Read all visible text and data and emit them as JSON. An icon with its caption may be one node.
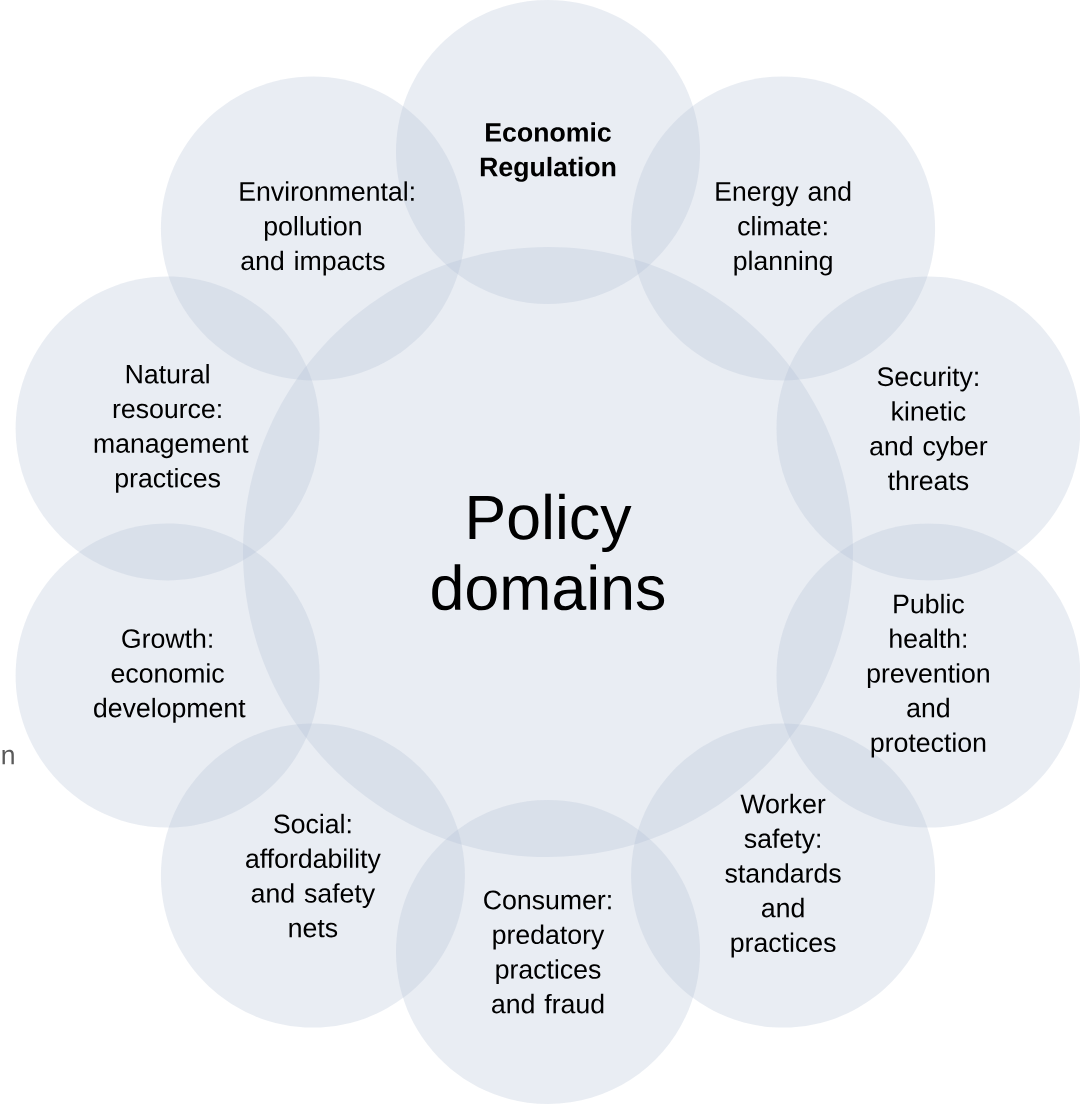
{
  "diagram": {
    "nodes": [
      {
        "text": [
          "Policy domains"
        ]
      },
      {
        "text": [
          "Economic Regulation"
        ]
      },
      {
        "text": [
          "Energy and climate: planning"
        ]
      },
      {
        "text": [
          "Security: kinetic and cyber threats"
        ]
      },
      {
        "text": [
          "Public health: prevention and protection"
        ]
      },
      {
        "text": [
          "Worker safety: standards and practices"
        ]
      },
      {
        "text": [
          "Consumer: predatory practices and fraud"
        ]
      },
      {
        "text": [
          "Social: affordability and safety nets"
        ]
      },
      {
        "text": [
          "Growth: economic development"
        ]
      },
      {
        "text": [
          "Natural resource: management practices"
        ]
      },
      {
        "text": [
          "Environmental: pollution and impacts"
        ]
      }
    ],
    "labels": [
      "n"
    ]
  }
}
